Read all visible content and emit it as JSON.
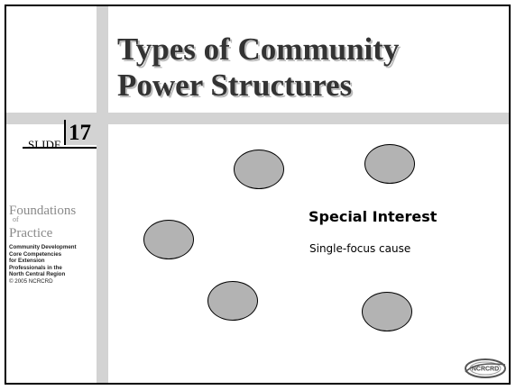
{
  "slide": {
    "title_line1": "Types of Community",
    "title_line2": "Power Structures",
    "slide_label": "SLIDE",
    "slide_number": "17"
  },
  "sidebar": {
    "foundations": "Foundations",
    "of": "of",
    "practice": "Practice",
    "lines": [
      "Community Development",
      "Core Competencies",
      "for Extension",
      "Professionals in the",
      "North Central Region"
    ],
    "copyright": "© 2005 NCRCRD"
  },
  "content": {
    "heading": "Special Interest",
    "description": "Single-focus cause"
  },
  "logo": {
    "text": "NCRCRD"
  },
  "colors": {
    "accent_gray": "#d3d3d3",
    "circle_fill": "#b3b3b3",
    "title_text": "#333333"
  }
}
